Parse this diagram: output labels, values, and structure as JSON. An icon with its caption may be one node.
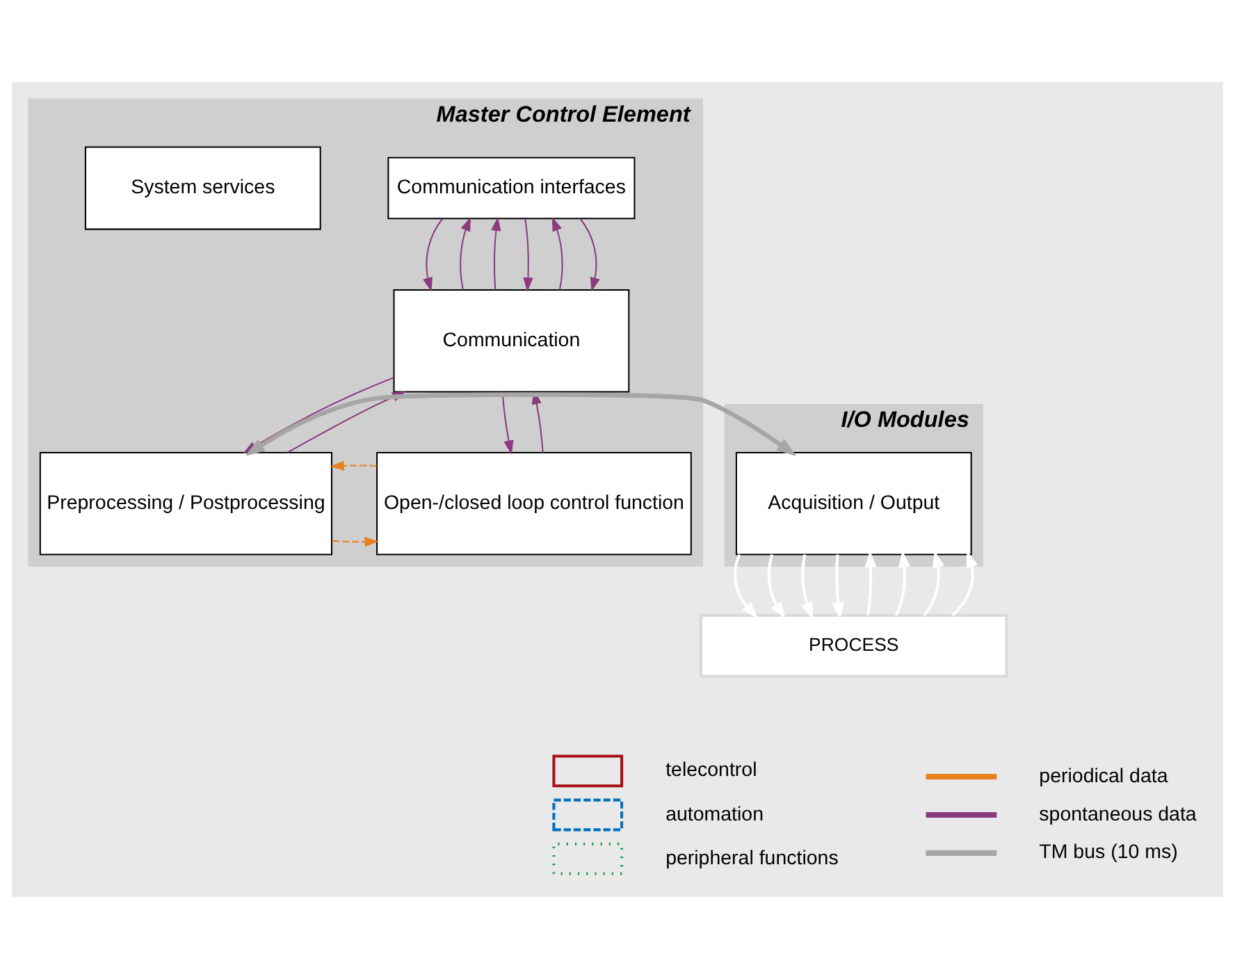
{
  "diagram": {
    "nodes": [
      {
        "text": [
          "Master Control Element"
        ]
      },
      {
        "text": [
          "I/O Modules"
        ]
      },
      {
        "text": [
          "Communication interfaces"
        ],
        "in": 0
      },
      {
        "text": [
          "System services"
        ],
        "in": 0
      },
      {
        "text": [
          "Communication"
        ],
        "in": 0
      },
      {
        "text": [
          "Preprocessing / Postprocessing"
        ],
        "in": 0
      },
      {
        "text": [
          "Open-/closed loop control function"
        ],
        "in": 0
      },
      {
        "text": [
          "Acquisition / Output"
        ],
        "in": 1
      },
      {
        "text": [
          "PROCESS"
        ]
      }
    ],
    "edges": [
      {
        "from": 4,
        "to": 2,
        "arrow": "to"
      },
      {
        "from": 2,
        "to": 4,
        "arrow": "to"
      },
      {
        "from": 4,
        "to": 2,
        "arrow": "to"
      },
      {
        "from": 2,
        "to": 4,
        "arrow": "to"
      },
      {
        "from": 4,
        "to": 2,
        "arrow": "to"
      },
      {
        "from": 2,
        "to": 4,
        "arrow": "to"
      },
      {
        "from": 5,
        "to": 4,
        "arrow": "to"
      },
      {
        "from": 4,
        "to": 5,
        "arrow": "to"
      },
      {
        "from": 4,
        "to": 6,
        "arrow": "to"
      },
      {
        "from": 6,
        "to": 4,
        "arrow": "to"
      },
      {
        "from": 5,
        "to": 6,
        "arrow": "to",
        "style": "dashed",
        "color": "#e8801e"
      },
      {
        "from": 6,
        "to": 5,
        "arrow": "to",
        "style": "dashed",
        "color": "#e8801e"
      },
      {
        "from": 7,
        "to": 5,
        "arrow": "to",
        "style": "thick",
        "color": "#a6a6a6"
      },
      {
        "from": 5,
        "to": 7,
        "arrow": "to",
        "style": "thick",
        "color": "#a6a6a6"
      },
      {
        "from": 7,
        "to": 8,
        "arrow": "to",
        "color": "#ffffff"
      },
      {
        "from": 7,
        "to": 8,
        "arrow": "to",
        "color": "#ffffff"
      },
      {
        "from": 7,
        "to": 8,
        "arrow": "to",
        "color": "#ffffff"
      },
      {
        "from": 7,
        "to": 8,
        "arrow": "to",
        "color": "#ffffff"
      },
      {
        "from": 8,
        "to": 7,
        "arrow": "to",
        "color": "#ffffff"
      },
      {
        "from": 8,
        "to": 7,
        "arrow": "to",
        "color": "#ffffff"
      },
      {
        "from": 8,
        "to": 7,
        "arrow": "to",
        "color": "#ffffff"
      },
      {
        "from": 8,
        "to": 7,
        "arrow": "to",
        "color": "#ffffff"
      }
    ],
    "legend": [
      {
        "text": "telecontrol"
      },
      {
        "text": "automation"
      },
      {
        "text": "peripheral functions"
      },
      {
        "text": "periodical data"
      },
      {
        "text": "spontaneous data"
      },
      {
        "text": "TM bus (10 ms)"
      }
    ]
  }
}
